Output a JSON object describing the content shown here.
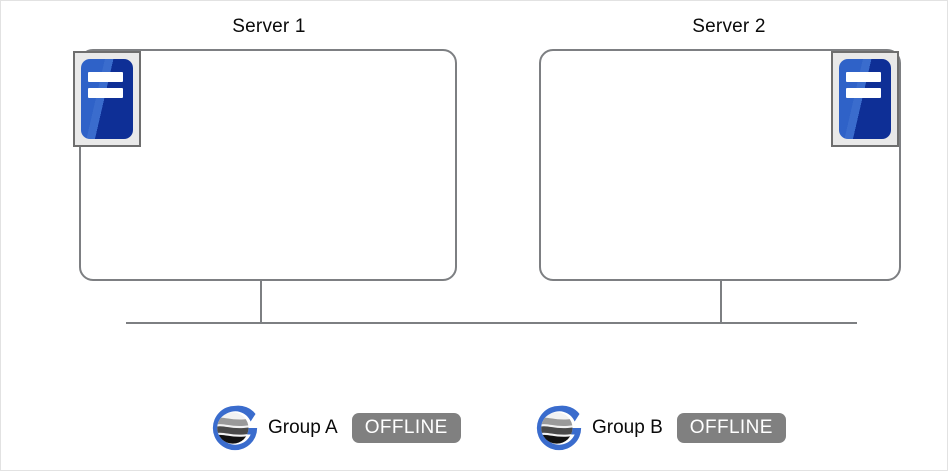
{
  "diagram": {
    "title": "",
    "servers": [
      {
        "id": "server-1",
        "label": "Server 1",
        "icon": "server-icon",
        "icon_position": "top-left"
      },
      {
        "id": "server-2",
        "label": "Server 2",
        "icon": "server-icon",
        "icon_position": "top-right"
      }
    ],
    "network": {
      "bus_label": "",
      "connector_count": 2
    },
    "groups": [
      {
        "id": "group-a",
        "icon": "cluster-group-icon",
        "label": "Group A",
        "status": "OFFLINE"
      },
      {
        "id": "group-b",
        "icon": "cluster-group-icon",
        "label": "Group B",
        "status": "OFFLINE"
      }
    ],
    "colors": {
      "server_icon_blue_light": "#3a6ccd",
      "server_icon_blue_dark": "#0e2f96",
      "outline_gray": "#7d7f82",
      "chip_fill": "#e9e9e9",
      "status_badge_bg": "#808080",
      "status_badge_text": "#ffffff",
      "group_icon_blue": "#3a6ccd",
      "text": "#0a0a0a"
    }
  }
}
